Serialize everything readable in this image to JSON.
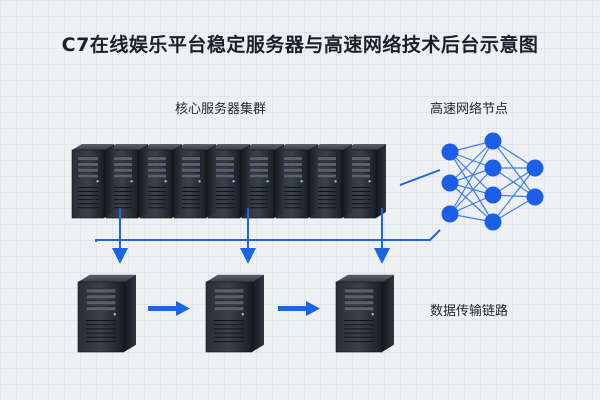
{
  "diagram": {
    "title": "C7在线娱乐平台稳定服务器与高速网络技术后台示意图",
    "cluster_label": "核心服务器集群",
    "network_label": "高速网络节点",
    "link_label": "数据传输链路",
    "cluster_server_count": 9,
    "chain_server_count": 3,
    "network_layers": [
      3,
      4,
      2
    ],
    "colors": {
      "arrow": "#1a66e0",
      "node": "#1c5fe6",
      "server_dark": "#1d2028",
      "server_light": "#4a4f5a"
    }
  }
}
